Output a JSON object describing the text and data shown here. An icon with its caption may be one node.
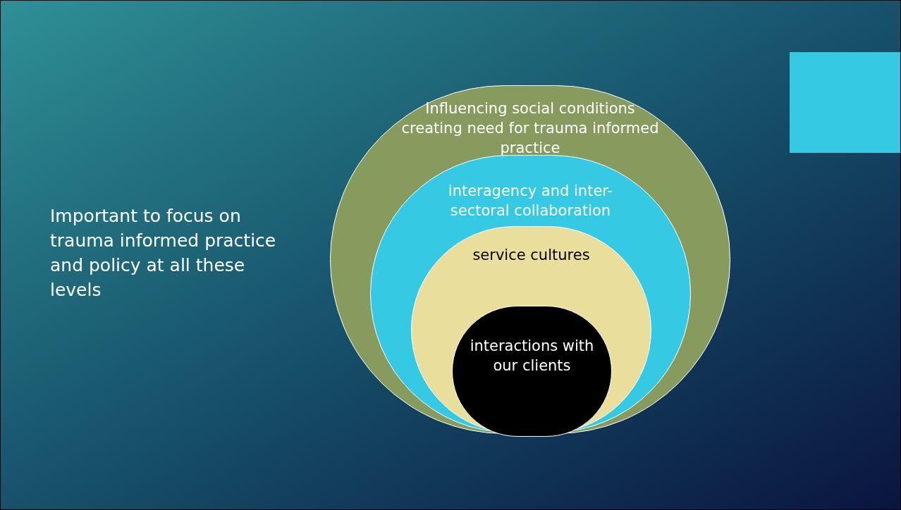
{
  "diagram": {
    "nodes": [
      {
        "text": [
          "Influencing social conditions creating need for trauma informed practice"
        ]
      },
      {
        "text": [
          "interagency and inter-sectoral collaboration"
        ],
        "in": 0
      },
      {
        "text": [
          "service cultures"
        ],
        "in": 1
      },
      {
        "text": [
          "interactions with our clients"
        ],
        "in": 2
      }
    ],
    "labels": [
      "Important to focus on trauma informed practice and policy at all these levels"
    ]
  }
}
